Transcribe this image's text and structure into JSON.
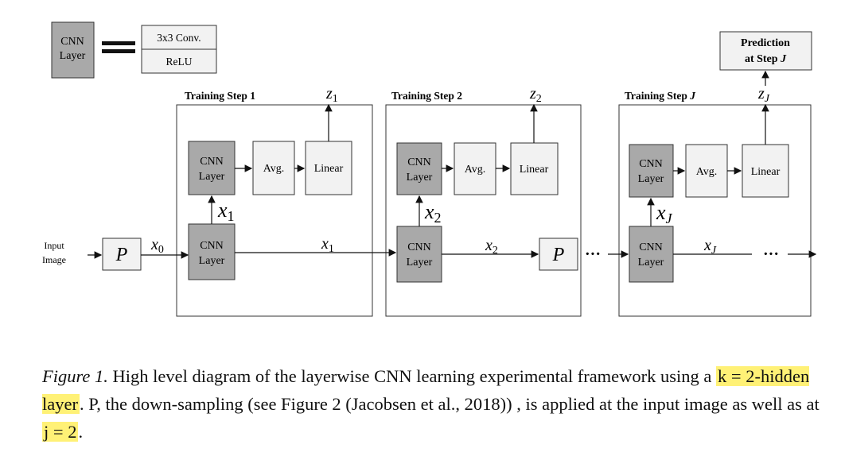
{
  "legend": {
    "cnn_box": [
      "CNN",
      "Layer"
    ],
    "equals_box_top": "3x3 Conv.",
    "equals_box_bottom": "ReLU"
  },
  "prediction": [
    "Prediction",
    "at Step J"
  ],
  "steps": [
    {
      "title": "Training Step 1",
      "z": "z1",
      "x_out": "x1"
    },
    {
      "title": "Training Step 2",
      "z": "z2",
      "x_out": "x2"
    },
    {
      "title": "Training Step J",
      "z": "zJ",
      "x_out": "xJ"
    }
  ],
  "labels": {
    "input_image": [
      "Input",
      "Image"
    ],
    "P": "P",
    "x0": "x0",
    "cnn": [
      "CNN",
      "Layer"
    ],
    "avg": "Avg.",
    "linear": "Linear",
    "dots": "···"
  },
  "caption": {
    "figure": "Figure 1.",
    "text1": " High level diagram of the layerwise CNN learning experimental framework using a ",
    "highlight1": "k = 2-hidden layer",
    "text2": ".  P, the down-sampling (see Figure 2 (Jacobsen et al., 2018)) , is applied at the input image as well as at ",
    "highlight2": "j = 2",
    "text3": "."
  },
  "colors": {
    "dark_box": "#a9a9a9",
    "light_box": "#f2f2f2",
    "highlight": "#fff176"
  }
}
